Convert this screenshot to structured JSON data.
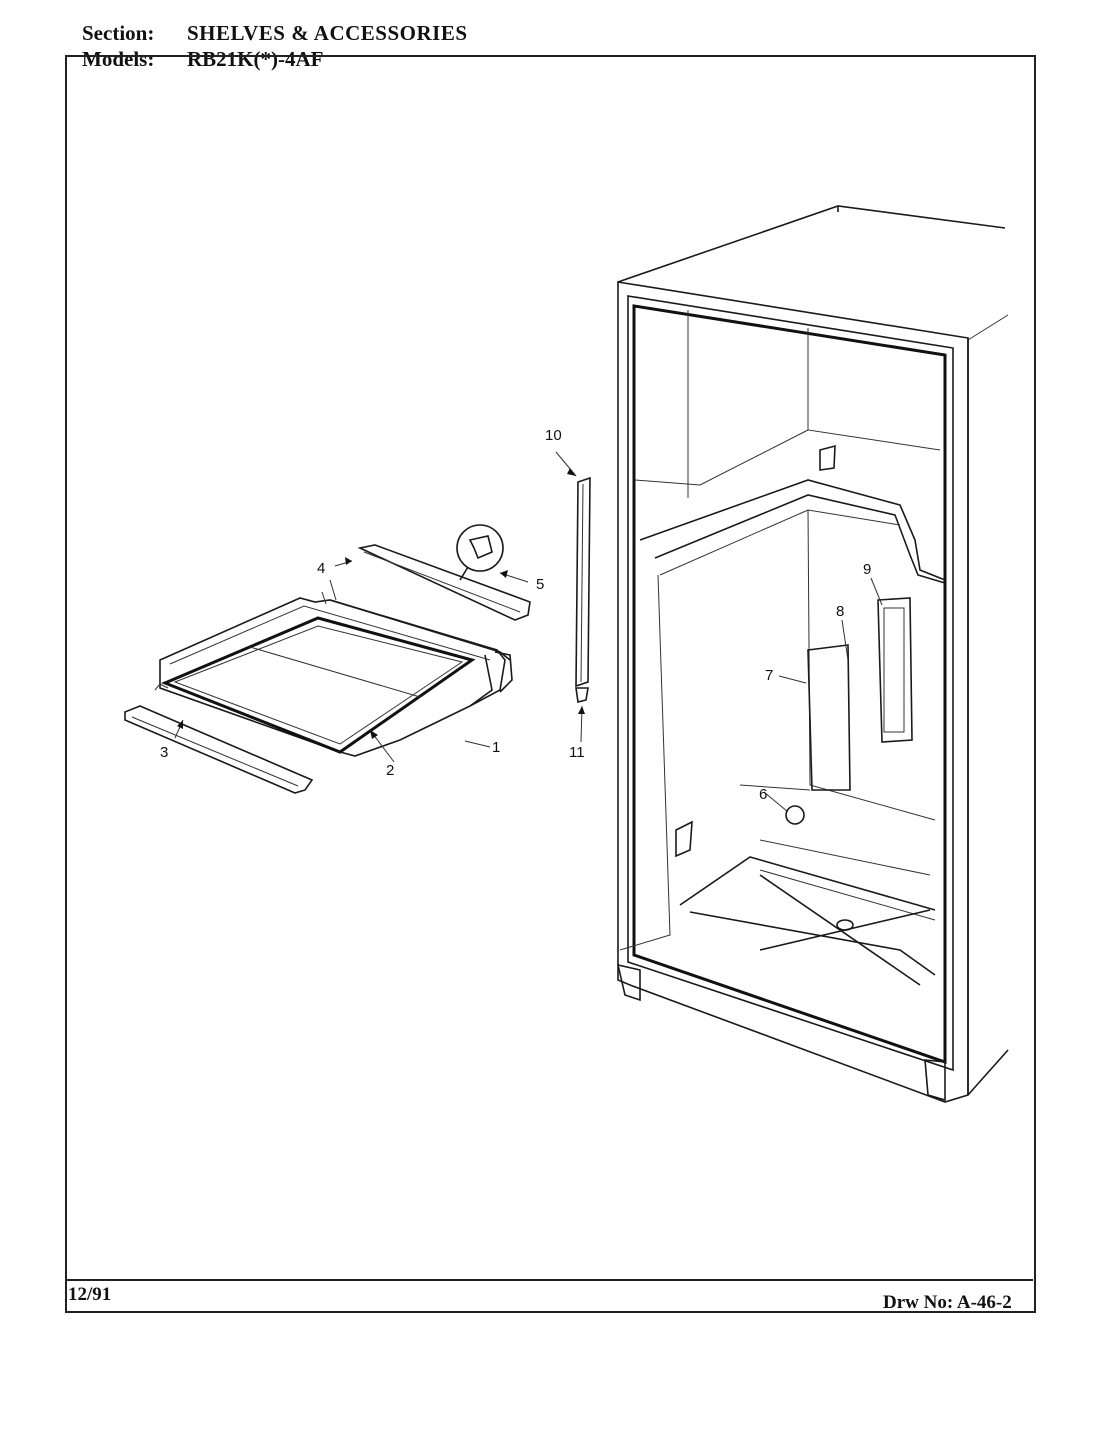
{
  "header": {
    "section_label": "Section:",
    "section_value": "SHELVES & ACCESSORIES",
    "models_label": "Models:",
    "models_value": "RB21K(*)-4AF"
  },
  "footer": {
    "date": "12/91",
    "drawing_number": "Drw No: A-46-2"
  },
  "callouts": [
    "1",
    "2",
    "3",
    "4",
    "5",
    "6",
    "7",
    "8",
    "9",
    "10",
    "11"
  ]
}
